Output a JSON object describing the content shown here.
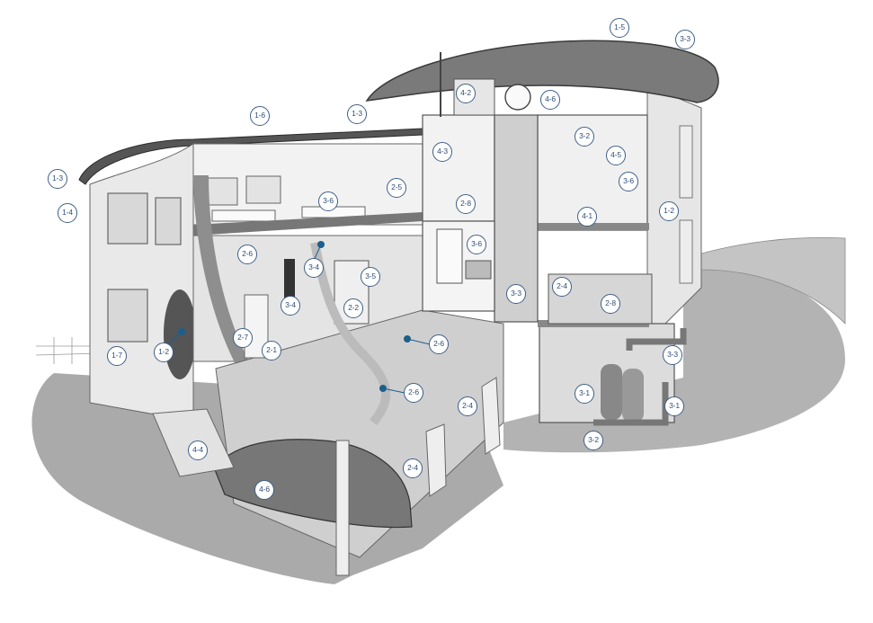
{
  "diagram": {
    "callouts": [
      {
        "id": "c1",
        "label": "1-5"
      },
      {
        "id": "c2",
        "label": "3-3"
      },
      {
        "id": "c3",
        "label": "4-2"
      },
      {
        "id": "c4",
        "label": "4-6"
      },
      {
        "id": "c5",
        "label": "1-6"
      },
      {
        "id": "c6",
        "label": "1-3"
      },
      {
        "id": "c7",
        "label": "1-3"
      },
      {
        "id": "c8",
        "label": "1-4"
      },
      {
        "id": "c9",
        "label": "3-2"
      },
      {
        "id": "c10",
        "label": "4-5"
      },
      {
        "id": "c11",
        "label": "4-3"
      },
      {
        "id": "c12",
        "label": "3-6"
      },
      {
        "id": "c13",
        "label": "2-5"
      },
      {
        "id": "c14",
        "label": "3-6"
      },
      {
        "id": "c15",
        "label": "2-8"
      },
      {
        "id": "c16",
        "label": "4-1"
      },
      {
        "id": "c17",
        "label": "1-2"
      },
      {
        "id": "c18",
        "label": "3-6"
      },
      {
        "id": "c19",
        "label": "2-6"
      },
      {
        "id": "c20",
        "label": "3-4"
      },
      {
        "id": "c21",
        "label": "3-5"
      },
      {
        "id": "c22",
        "label": "2-4"
      },
      {
        "id": "c23",
        "label": "3-3"
      },
      {
        "id": "c24",
        "label": "2-8"
      },
      {
        "id": "c25",
        "label": "3-4"
      },
      {
        "id": "c26",
        "label": "2-2"
      },
      {
        "id": "c27",
        "label": "2-7"
      },
      {
        "id": "c28",
        "label": "2-1"
      },
      {
        "id": "c29",
        "label": "1-2"
      },
      {
        "id": "c30",
        "label": "1-7"
      },
      {
        "id": "c31",
        "label": "2-6"
      },
      {
        "id": "c32",
        "label": "3-3"
      },
      {
        "id": "c33",
        "label": "2-6"
      },
      {
        "id": "c34",
        "label": "3-1"
      },
      {
        "id": "c35",
        "label": "2-4"
      },
      {
        "id": "c36",
        "label": "3-1"
      },
      {
        "id": "c37",
        "label": "3-2"
      },
      {
        "id": "c38",
        "label": "4-4"
      },
      {
        "id": "c39",
        "label": "2-4"
      },
      {
        "id": "c40",
        "label": "4-6"
      }
    ]
  }
}
